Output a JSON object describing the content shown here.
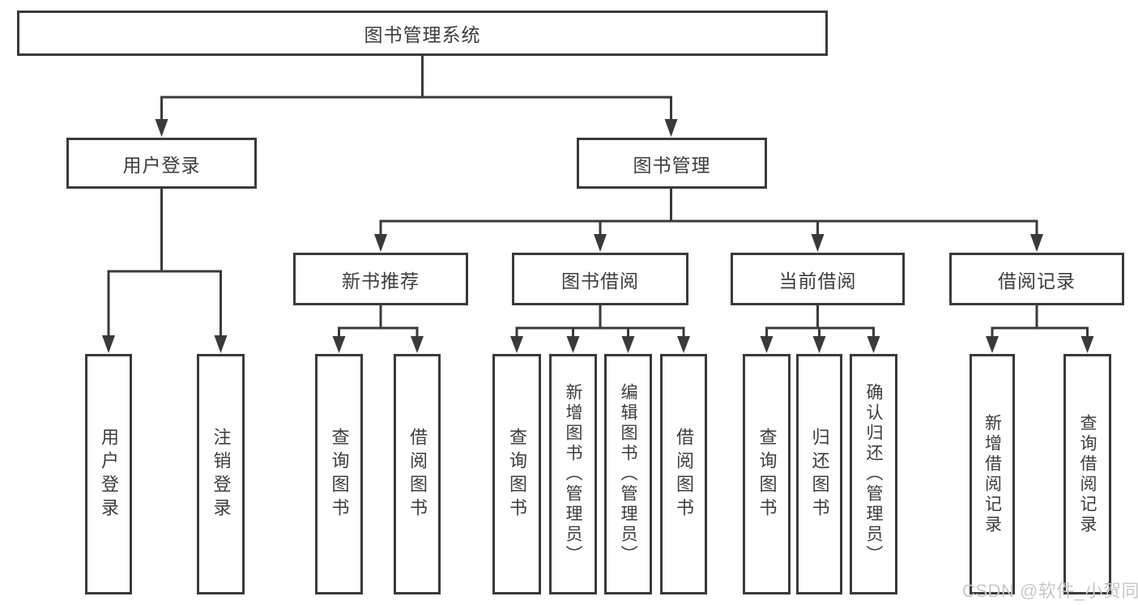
{
  "tree": {
    "root": {
      "label": "图书管理系统"
    },
    "branches": [
      {
        "label": "用户登录",
        "children": [
          {
            "label": "用户登录"
          },
          {
            "label": "注销登录"
          }
        ]
      },
      {
        "label": "图书管理",
        "children": [
          {
            "label": "新书推荐",
            "children": [
              {
                "label": "查询图书"
              },
              {
                "label": "借阅图书"
              }
            ]
          },
          {
            "label": "图书借阅",
            "children": [
              {
                "label": "查询图书"
              },
              {
                "label": "新增图书（管理员）"
              },
              {
                "label": "编辑图书（管理员）"
              },
              {
                "label": "借阅图书"
              }
            ]
          },
          {
            "label": "当前借阅",
            "children": [
              {
                "label": "查询图书"
              },
              {
                "label": "归还图书"
              },
              {
                "label": "确认归还（管理员）"
              }
            ]
          },
          {
            "label": "借阅记录",
            "children": [
              {
                "label": "新增借阅记录"
              },
              {
                "label": "查询借阅记录"
              }
            ]
          }
        ]
      }
    ]
  },
  "watermark": {
    "text": "CSDN @软件_小贺同学"
  },
  "colors": {
    "line": "#3a3a3a",
    "text": "#3d3d3d",
    "watermark": "#c6c7ca",
    "background": "#ffffff"
  }
}
